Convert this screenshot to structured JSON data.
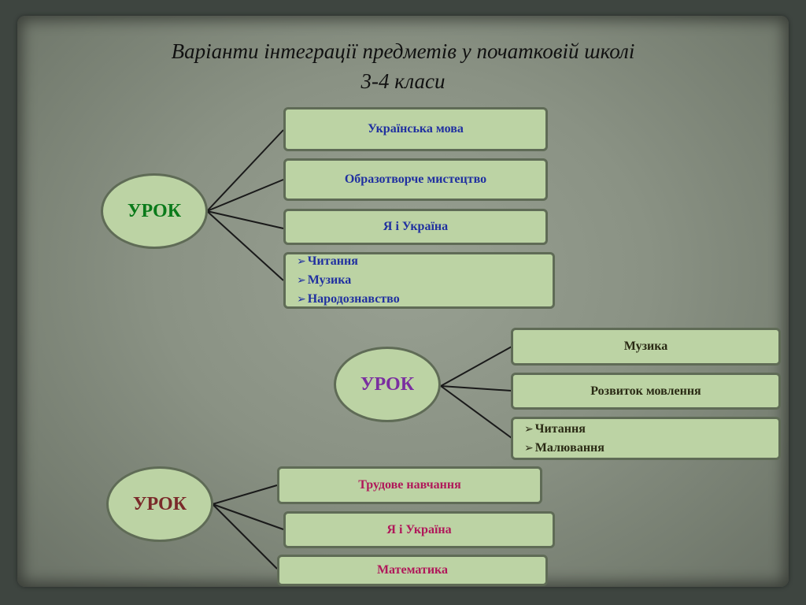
{
  "title": {
    "line1": "Варіанти інтеграції предметів у початковій школі",
    "line2": "3-4  класи"
  },
  "group1": {
    "hub": "УРОК",
    "hub_color": "#0a7a1a",
    "box_color": "#2030a0",
    "items": [
      "Українська мова",
      "Образотворче мистецтво",
      "Я і Україна"
    ],
    "list": [
      "Читання",
      "Музика",
      "Народознавство"
    ]
  },
  "group2": {
    "hub": "УРОК",
    "hub_color": "#7a2ea0",
    "box_color": "#2a2a14",
    "items": [
      "Музика",
      "Розвиток мовлення"
    ],
    "list": [
      "Читання",
      "Малювання"
    ]
  },
  "group3": {
    "hub": "УРОК",
    "hub_color": "#7a2a2a",
    "box_color": "#b0185a",
    "items": [
      "Трудове навчання",
      "Я і Україна",
      "Математика"
    ]
  },
  "colors": {
    "box_fill": "#bcd3a4",
    "box_border": "#5f6b56",
    "background": "#8a9284"
  },
  "icons": {
    "bullet": "arrow-bullet-icon"
  }
}
